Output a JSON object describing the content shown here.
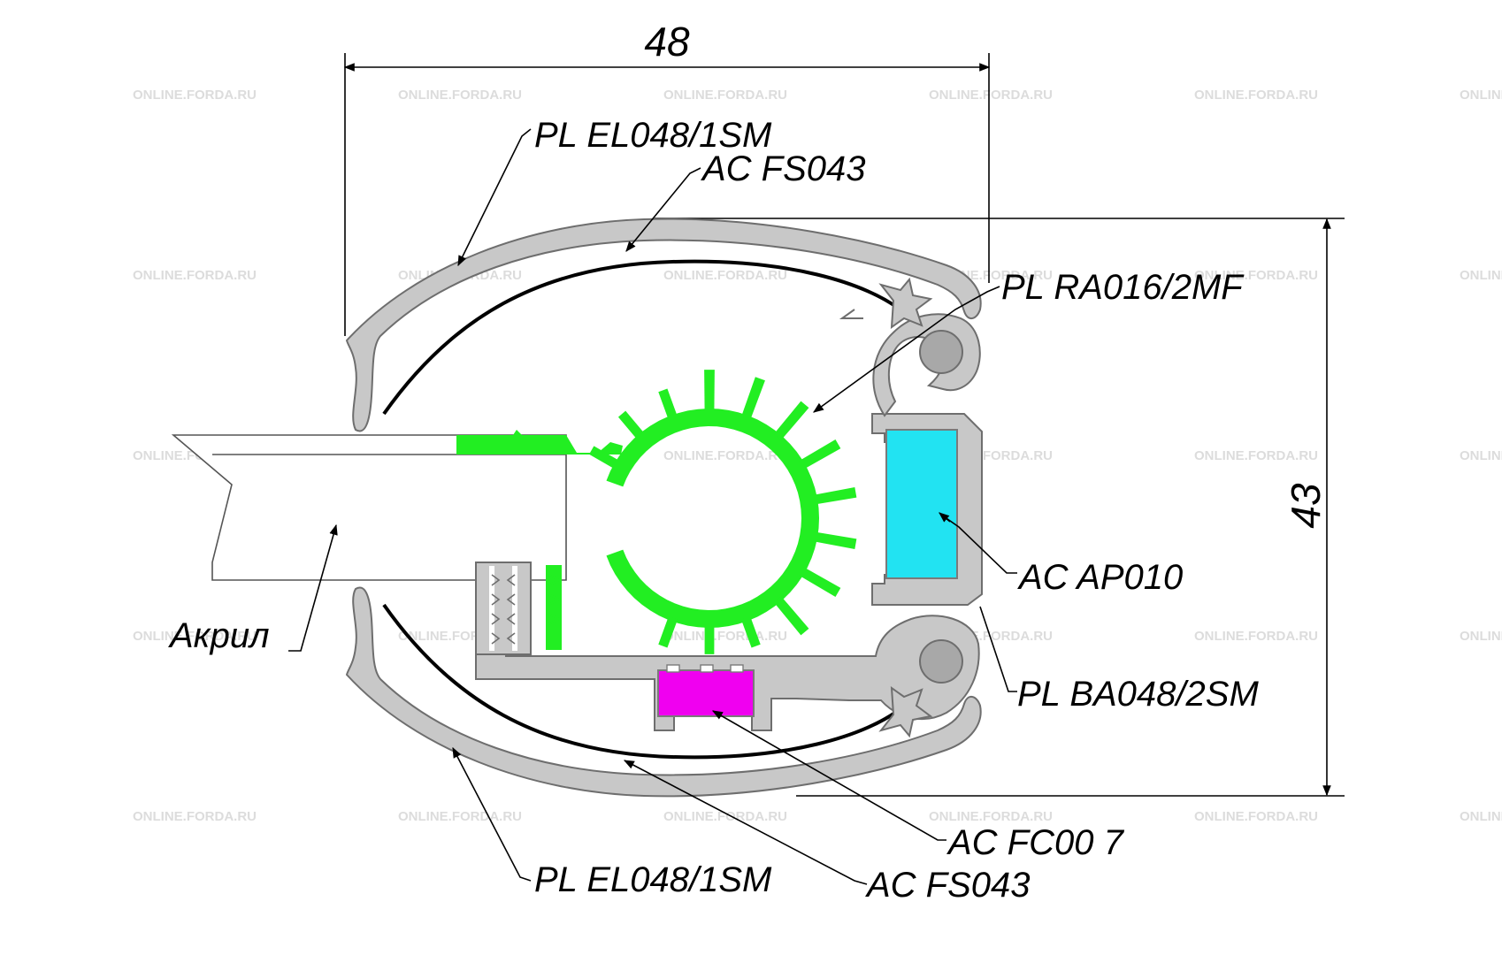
{
  "colors": {
    "profile": "#c8c8c8",
    "profile_stroke": "#6e6e6e",
    "led_holder": "#22ee22",
    "module": "#22e3f2",
    "magnet": "#f000f0",
    "watermark": "#dcdcdc"
  },
  "dimensions": {
    "width": "48",
    "height": "43"
  },
  "labels": {
    "top_frame": "PL EL048/1SM",
    "top_film": "AC FS043",
    "led_profile": "PL RA016/2MF",
    "power_module": "AC AP010",
    "base_profile": "PL BA048/2SM",
    "acrylic": "Акрил",
    "clip": "AC FC00 7",
    "bottom_frame": "PL EL048/1SM",
    "bottom_film": "AC FS043"
  },
  "watermark": "ONLINE.FORDA.RU"
}
